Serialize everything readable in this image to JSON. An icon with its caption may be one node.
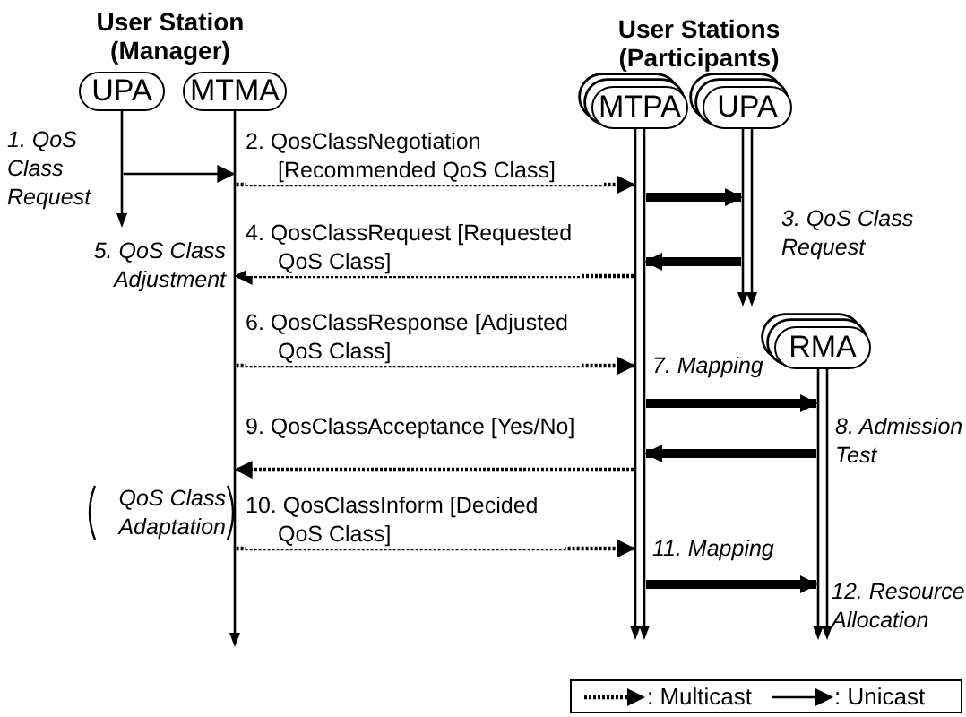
{
  "diagram": {
    "nodes": [
      {
        "text": [
          "UPA"
        ]
      },
      {
        "text": [
          "MTMA"
        ]
      },
      {
        "text": [
          "MTPA"
        ]
      },
      {
        "text": [
          "UPA"
        ]
      },
      {
        "text": [
          "RMA"
        ]
      }
    ],
    "edges": [
      {
        "from": 0,
        "to": 1,
        "arrow": "to"
      },
      {
        "from": 1,
        "to": 2,
        "arrow": "to",
        "style": "dashed",
        "label": "2. QosClassNegotiation [Recommended QoS Class]"
      },
      {
        "from": 2,
        "to": 3,
        "arrow": "to",
        "style": "thick"
      },
      {
        "from": 3,
        "to": 2,
        "arrow": "to",
        "style": "thick"
      },
      {
        "from": 2,
        "to": 1,
        "arrow": "to",
        "style": "dashed",
        "label": "4. QosClassRequest [Requested QoS Class]"
      },
      {
        "from": 1,
        "to": 2,
        "arrow": "to",
        "style": "dashed",
        "label": "6. QosClassResponse [Adjusted QoS Class]"
      },
      {
        "from": 2,
        "to": 4,
        "arrow": "to",
        "style": "thick"
      },
      {
        "from": 4,
        "to": 2,
        "arrow": "to",
        "style": "thick"
      },
      {
        "from": 2,
        "to": 1,
        "arrow": "to",
        "style": "dashed",
        "label": "9. QosClassAcceptance [Yes/No]"
      },
      {
        "from": 1,
        "to": 2,
        "arrow": "to",
        "style": "dashed",
        "label": "10. QosClassInform [Decided QoS Class]"
      },
      {
        "from": 2,
        "to": 4,
        "arrow": "to",
        "style": "thick"
      }
    ],
    "labels": [
      "User Station (Manager)",
      "User Stations (Participants)",
      "1. QoS Class Request",
      "3. QoS Class Request",
      "5. QoS Class Adjustment",
      "7. Mapping",
      "8. Admission Test",
      "QoS Class Adaptation",
      "11. Mapping",
      "12. Resource Allocation"
    ],
    "legend": [
      {
        "text": ": Multicast"
      },
      {
        "text": ": Unicast"
      }
    ]
  }
}
